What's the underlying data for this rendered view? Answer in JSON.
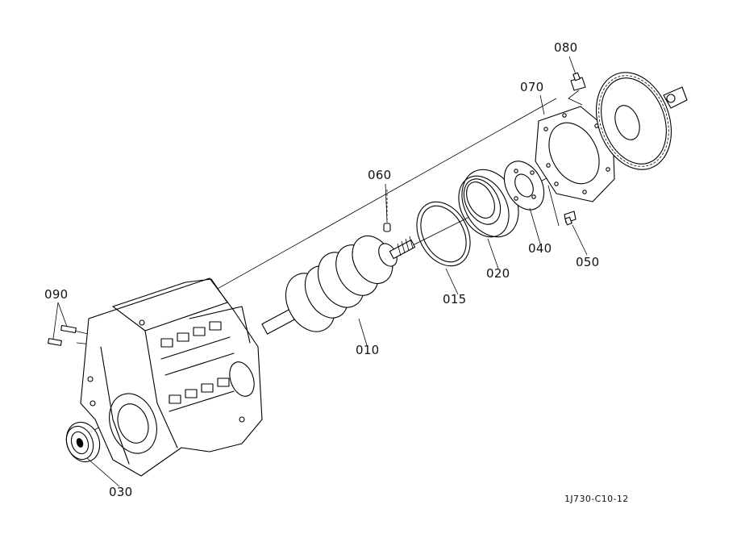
{
  "figure_code": "1J730-C10-12",
  "callouts": {
    "p010": "010",
    "p015": "015",
    "p020": "020",
    "p030": "030",
    "p040": "040",
    "p050": "050",
    "p060": "060",
    "p070": "070",
    "p080": "080",
    "p090": "090"
  }
}
